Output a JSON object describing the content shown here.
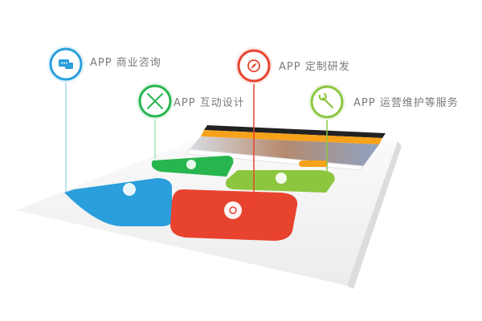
{
  "services": [
    {
      "label": "APP 商业咨询",
      "icon": "chat-icon",
      "color": "#2a9fdc"
    },
    {
      "label": "APP 互动设计",
      "icon": "pencil-ruler-icon",
      "color": "#27b54e"
    },
    {
      "label": "APP 定制研发",
      "icon": "compass-icon",
      "color": "#e8432f"
    },
    {
      "label": "APP 运营维护等服务",
      "icon": "wrench-icon",
      "color": "#8cc63f"
    }
  ],
  "colors": {
    "accent_orange": "#f7a21b",
    "platform": "#f2f2f2"
  }
}
